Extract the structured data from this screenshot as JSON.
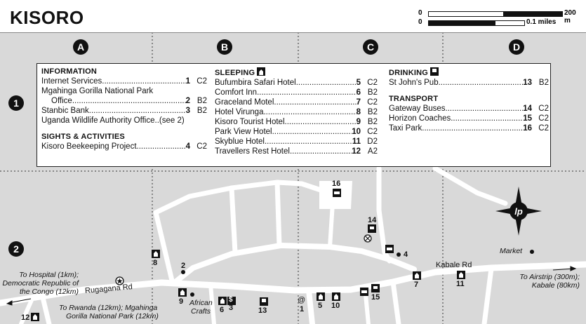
{
  "title": "KISORO",
  "scale": {
    "zero_m": "0",
    "zero_mi": "0",
    "label_m": "200 m",
    "label_mi": "0.1 miles"
  },
  "grid": {
    "columns": [
      "A",
      "B",
      "C",
      "D"
    ],
    "rows": [
      "1",
      "2"
    ]
  },
  "legend": {
    "information": {
      "heading": "INFORMATION",
      "items": [
        {
          "name": "Internet Services",
          "num": "1",
          "grid": "C2"
        },
        {
          "name": "Mgahinga Gorilla National Park",
          "name2": "Office",
          "num": "2",
          "grid": "B2"
        },
        {
          "name": "Stanbic Bank",
          "num": "3",
          "grid": "B2"
        },
        {
          "name": "Uganda Wildlife Authority Office..(see 2)"
        }
      ]
    },
    "sights": {
      "heading": "SIGHTS & ACTIVITIES",
      "items": [
        {
          "name": "Kisoro Beekeeping Project",
          "num": "4",
          "grid": "C2"
        }
      ]
    },
    "sleeping": {
      "heading": "SLEEPING",
      "icon": "house-icon",
      "items": [
        {
          "name": "Bufumbira Safari Hotel",
          "num": "5",
          "grid": "C2"
        },
        {
          "name": "Comfort Inn",
          "num": "6",
          "grid": "B2"
        },
        {
          "name": "Graceland Motel",
          "num": "7",
          "grid": "C2"
        },
        {
          "name": "Hotel Virunga",
          "num": "8",
          "grid": "B2"
        },
        {
          "name": "Kisoro Tourist Hotel",
          "num": "9",
          "grid": "B2"
        },
        {
          "name": "Park View Hotel",
          "num": "10",
          "grid": "C2"
        },
        {
          "name": "Skyblue Hotel",
          "num": "11",
          "grid": "D2"
        },
        {
          "name": "Travellers Rest Hotel",
          "num": "12",
          "grid": "A2"
        }
      ]
    },
    "drinking": {
      "heading": "DRINKING",
      "icon": "cup-icon",
      "items": [
        {
          "name": "St John's Pub",
          "num": "13",
          "grid": "B2"
        }
      ]
    },
    "transport": {
      "heading": "TRANSPORT",
      "items": [
        {
          "name": "Gateway Buses",
          "num": "14",
          "grid": "C2"
        },
        {
          "name": "Horizon Coaches",
          "num": "15",
          "grid": "C2"
        },
        {
          "name": "Taxi Park",
          "num": "16",
          "grid": "C2"
        }
      ]
    }
  },
  "map_labels": {
    "kabale_rd": "Kabale Rd",
    "rugagana_rd": "Rugagana Rd",
    "market": "Market",
    "african_crafts_1": "African",
    "african_crafts_2": "Crafts",
    "to_hospital_1": "To Hospital (1km);",
    "to_hospital_2": "Democratic Republic of",
    "to_hospital_3": "the Congo (12km)",
    "to_rwanda_1": "To Rwanda (12km); Mgahinga",
    "to_rwanda_2": "Gorilla National Park (12km)",
    "to_airstrip_1": "To Airstrip (300m);",
    "to_airstrip_2": "Kabale (80km)"
  },
  "markers": {
    "m1": "1",
    "m2": "2",
    "m3": "3",
    "m4": "4",
    "m5": "5",
    "m6": "6",
    "m7": "7",
    "m8": "8",
    "m9": "9",
    "m10": "10",
    "m11": "11",
    "m12": "12",
    "m13": "13",
    "m14": "14",
    "m15": "15",
    "m16": "16"
  },
  "colors": {
    "map_background": "#d9d9d9",
    "roads": "#ffffff",
    "ink": "#111111"
  }
}
